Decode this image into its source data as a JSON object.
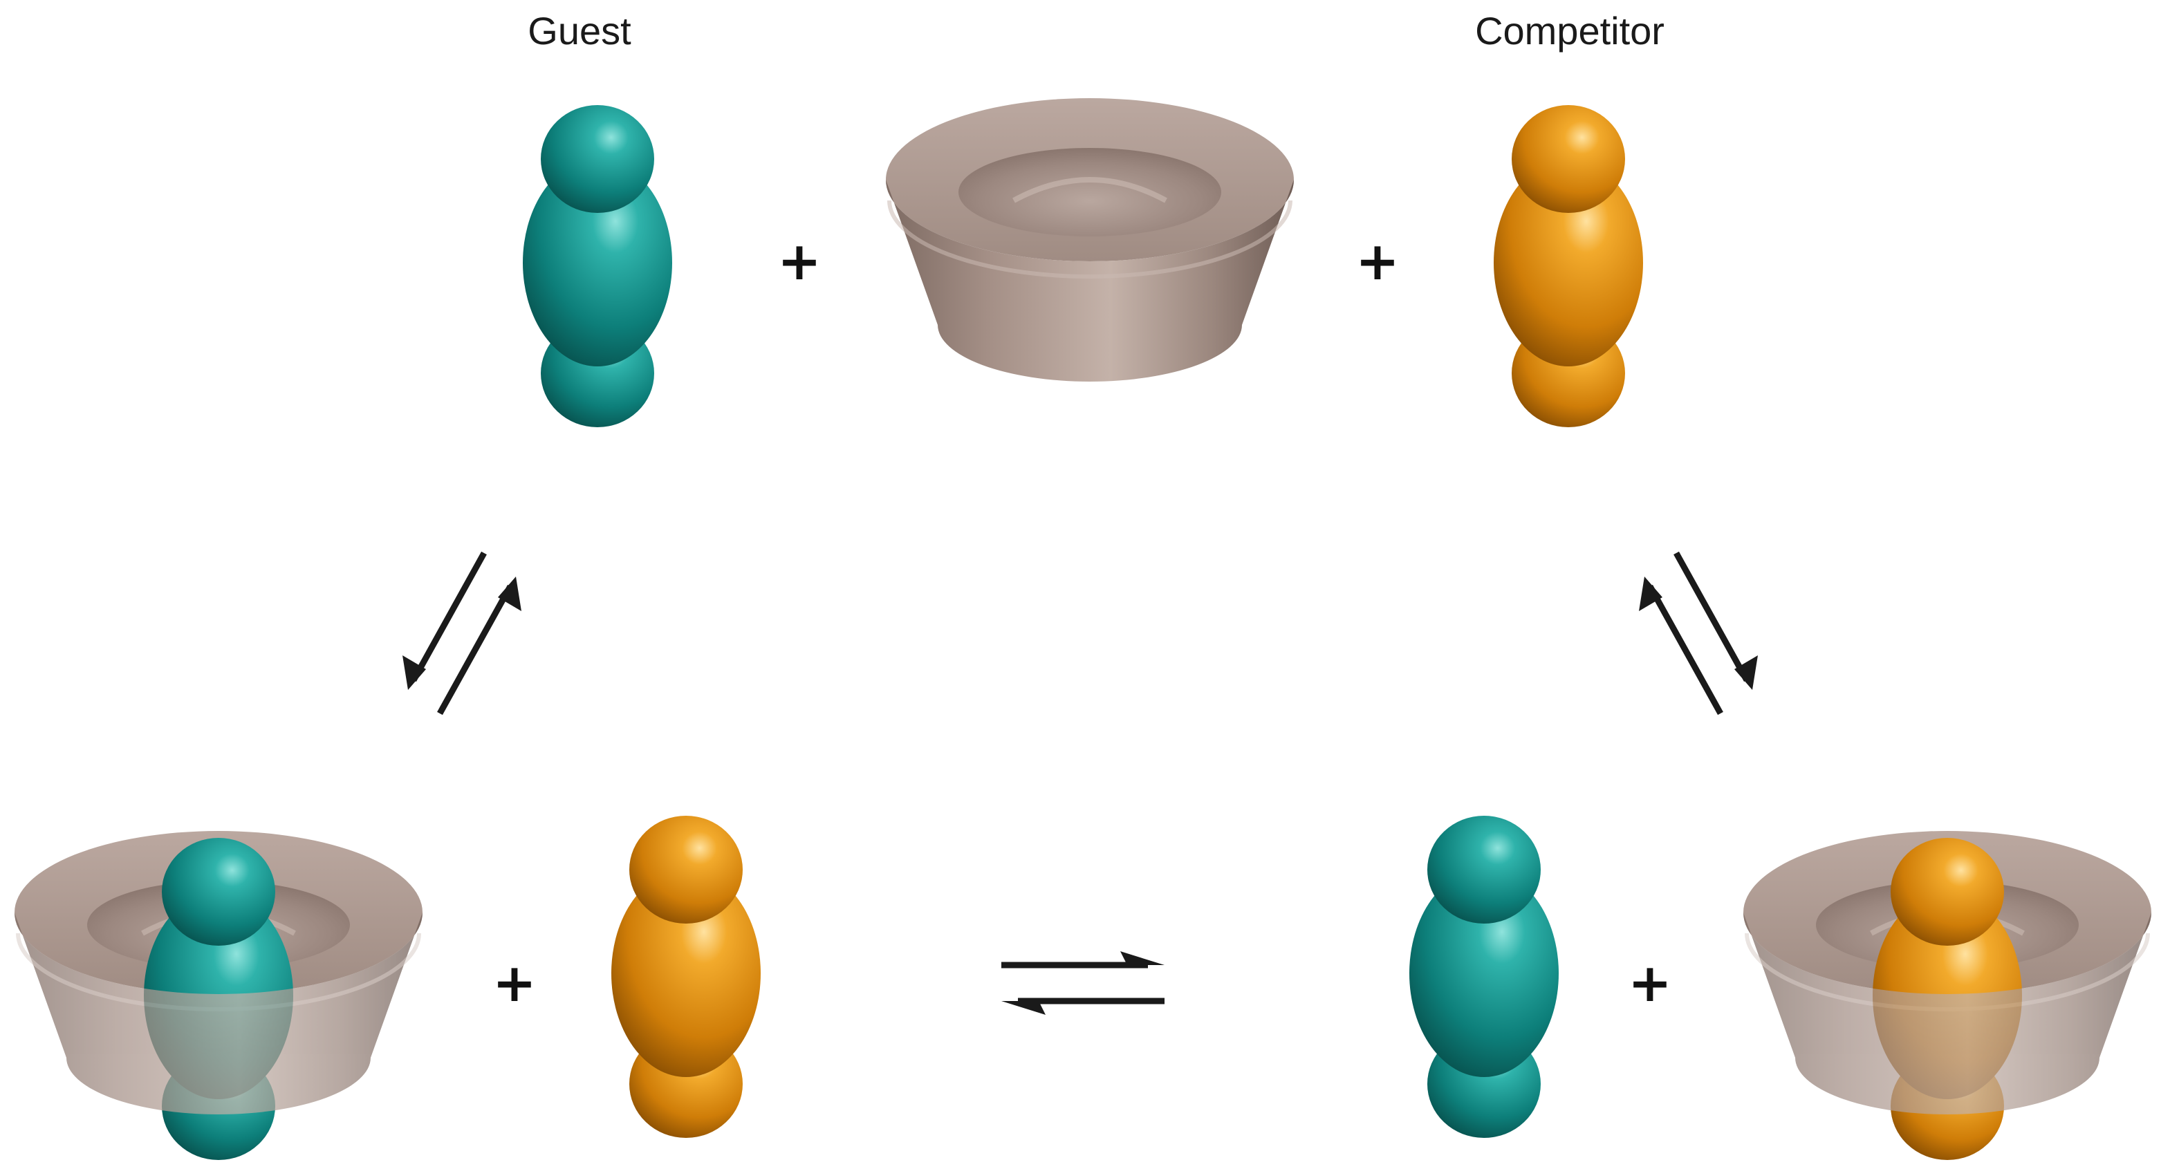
{
  "labels": {
    "guest": "Guest",
    "competitor": "Competitor"
  },
  "operators": {
    "plus": "+"
  },
  "colors": {
    "guest": "#0f8a85",
    "competitor": "#d98a10",
    "host": "#a8938a",
    "arrow": "#1a1a1a",
    "background": "#ffffff"
  },
  "icons": {
    "guest": "teal-ellipsoid-molecule",
    "competitor": "orange-ellipsoid-molecule",
    "host": "truncated-cone-cavitand",
    "equilibrium": "half-arrow-equilibrium"
  }
}
